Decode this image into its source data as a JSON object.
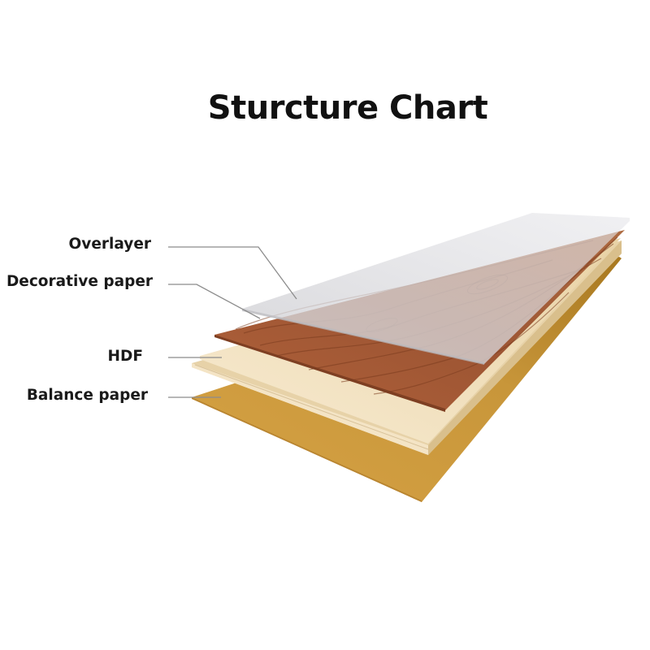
{
  "title": "Sturcture Chart",
  "layers": [
    {
      "name": "Overlayer",
      "color": "#d9d9dc"
    },
    {
      "name": "Decorative paper",
      "color": "#a45a33"
    },
    {
      "name": "HDF",
      "color": "#f3e3c3"
    },
    {
      "name": "Balance paper",
      "color": "#cf9a3c"
    }
  ],
  "leader_line_color": "#8c8c8c"
}
